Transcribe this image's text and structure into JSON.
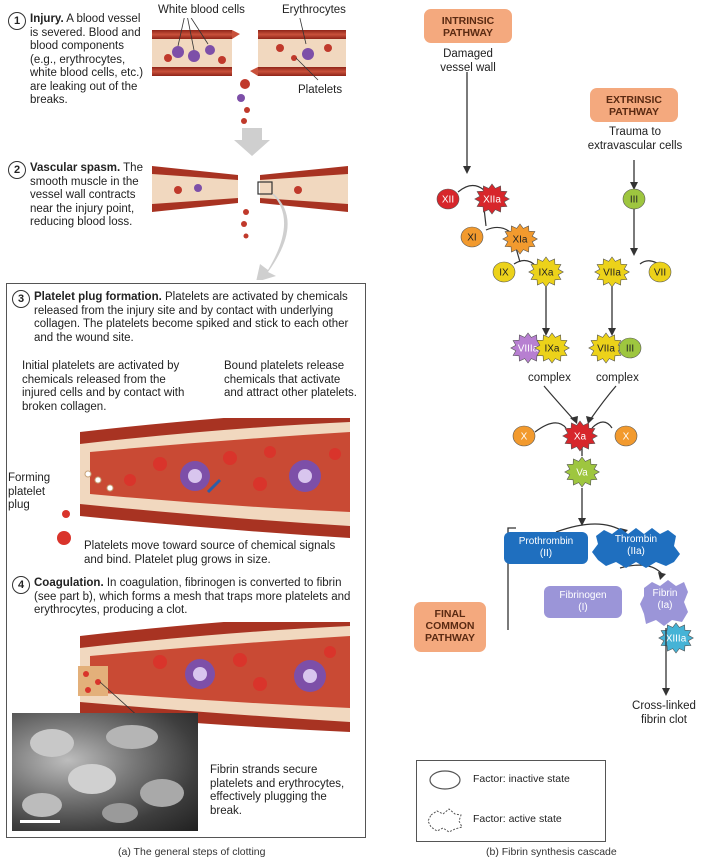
{
  "left": {
    "step1": {
      "num": "1",
      "title": "Injury.",
      "text": "A blood vessel is severed. Blood and blood components (e.g., erythrocytes, white blood cells, etc.) are leaking out of the breaks."
    },
    "label_wbc": "White blood cells",
    "label_erythrocytes": "Erythrocytes",
    "label_platelets": "Platelets",
    "step2": {
      "num": "2",
      "title": "Vascular spasm.",
      "text": "The smooth muscle in the vessel wall contracts near the injury point, reducing blood loss."
    },
    "step3": {
      "num": "3",
      "title": "Platelet plug formation.",
      "text": "Platelets are activated by chemicals released from the injury site and by contact with underlying collagen. The platelets become spiked and stick to each other and the wound site."
    },
    "initial_platelets": "Initial platelets are activated by chemicals released from the injured cells and by contact with broken collagen.",
    "bound_platelets": "Bound platelets release chemicals that activate and attract other platelets.",
    "forming_plug": "Forming platelet plug",
    "platelets_move": "Platelets move toward source of chemical signals and bind. Platelet plug grows in size.",
    "step4": {
      "num": "4",
      "title": "Coagulation.",
      "text": "In coagulation, fibrinogen is converted to fibrin (see part b), which forms a mesh that traps more platelets and erythrocytes, producing a clot."
    },
    "fibrin_strands": "Fibrin strands secure platelets and erythrocytes, effectively plugging the break.",
    "caption": "(a) The general steps of clotting"
  },
  "right": {
    "intrinsic": "INTRINSIC PATHWAY",
    "intrinsic_cause": "Damaged vessel wall",
    "extrinsic": "EXTRINSIC PATHWAY",
    "extrinsic_cause": "Trauma to extravascular cells",
    "complex1": "complex",
    "complex2": "complex",
    "final_common": "FINAL COMMON PATHWAY",
    "prothrombin": "Prothrombin",
    "prothrombin_roman": "(II)",
    "thrombin": "Thrombin",
    "thrombin_roman": "(IIa)",
    "fibrinogen": "Fibrinogen",
    "fibrinogen_roman": "(I)",
    "fibrin": "Fibrin",
    "fibrin_roman": "(Ia)",
    "crosslinked": "Cross-linked fibrin clot",
    "legend_inactive": "Factor: inactive state",
    "legend_active": "Factor: active state",
    "caption": "(b) Fibrin synthesis cascade",
    "factors": {
      "XII": "XII",
      "XIIa": "XIIa",
      "XI": "XI",
      "XIa": "XIa",
      "IX": "IX",
      "IXa": "IXa",
      "VIIIa": "VIIIa",
      "IXa2": "IXa",
      "III": "III",
      "VIIa": "VIIa",
      "VII": "VII",
      "VIIa2": "VIIa",
      "III2": "III",
      "X1": "X",
      "Xa": "Xa",
      "X2": "X",
      "Va": "Va",
      "XIIIa": "XIIIa"
    }
  },
  "colors": {
    "pathway_box": "#f4a97e",
    "red_factor": "#d7262b",
    "orange_factor": "#f29a2e",
    "yellow_factor": "#ecd21a",
    "green_factor": "#9ec63f",
    "purple_factor": "#b77fd1",
    "blue_factor": "#1f6fbf",
    "lavender_factor": "#9b95d8",
    "cyan_factor": "#45b3d6",
    "vessel_wall": "#b23a2a",
    "vessel_lumen": "#f3dfc7"
  }
}
